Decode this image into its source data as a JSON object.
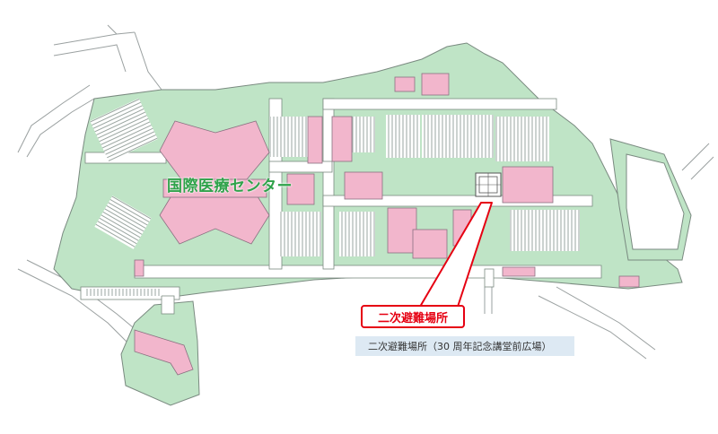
{
  "map": {
    "facility_label": "国際医療センター",
    "callout_label": "二次避難場所",
    "caption": "二次避難場所（30 周年記念講堂前広場）",
    "colors": {
      "ground": "#bfe4c6",
      "building": "#f2b6cc",
      "road": "#ffffff",
      "outline": "#7a8a80",
      "parking": "#9aa5a0",
      "label_green": "#2fa24a",
      "callout_red": "#e60012",
      "caption_bg": "#dde9f3"
    }
  }
}
